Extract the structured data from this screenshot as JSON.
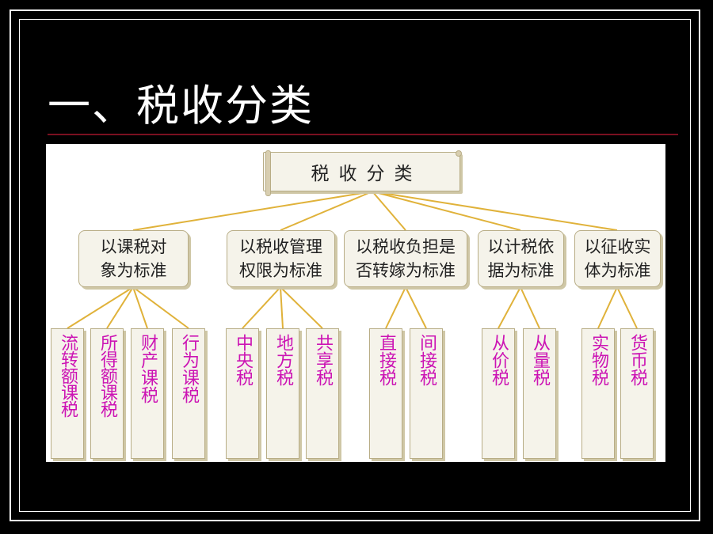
{
  "slide": {
    "title": "一、税收分类"
  },
  "diagram": {
    "root": "税收分类",
    "categories": [
      {
        "label": "以课税对\n象为标准",
        "leaves": [
          "流转额课税",
          "所得额课税",
          "财产课税",
          "行为课税"
        ]
      },
      {
        "label": "以税收管理\n权限为标准",
        "leaves": [
          "中央税",
          "地方税",
          "共享税"
        ]
      },
      {
        "label": "以税收负担是\n否转嫁为标准",
        "leaves": [
          "直接税",
          "间接税"
        ]
      },
      {
        "label": "以计税依\n据为标准",
        "leaves": [
          "从价税",
          "从量税"
        ]
      },
      {
        "label": "以征收实\n体为标准",
        "leaves": [
          "实物税",
          "货币税"
        ]
      }
    ]
  },
  "colors": {
    "background": "#000000",
    "title_text": "#ffffff",
    "title_rule": "#7a1020",
    "leaf_text": "#cc14b4",
    "connector": "#e0b23a",
    "box_fill": "#f5f3ea",
    "box_border": "#b8ad86"
  }
}
